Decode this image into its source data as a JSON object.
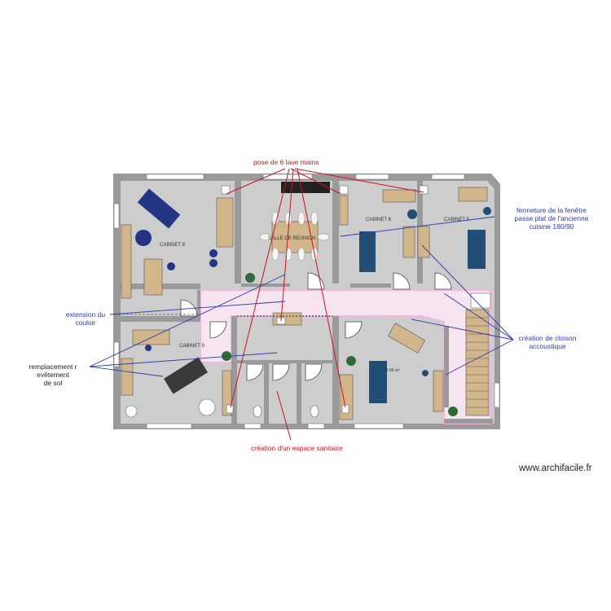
{
  "rooms": {
    "cabinet8": "CABINET 8",
    "reunion": "SALLE DE REUNION",
    "cabinet6": "CABINET 6",
    "cabinet5": "CABINET 5",
    "cabinet9": "CABINET 9",
    "area": "19,66 m²"
  },
  "annotations": {
    "lave_mains": "pose de 6 lave mains",
    "fermeture": [
      "fermeture de la fenêtre",
      "passe plat de l'ancienne",
      "cuisine 180/90"
    ],
    "extension": [
      "extension  du",
      "couloir"
    ],
    "remplacement": [
      "remplacement r",
      "evêtement",
      "de sol"
    ],
    "cloison": [
      "création de cloison",
      "accoustique"
    ],
    "sanitaire": "création d'un espace sanitaire"
  },
  "watermark": "www.archifacile.fr",
  "colors": {
    "wall": "#9a9a9a",
    "floor": "#cdcdcd",
    "corridor": "#f6e4f0",
    "corridor_border": "#f3b6dc",
    "furniture": "#d2b68b",
    "navy": "#233583",
    "teal": "#224d75",
    "blue_note": "#2a3bb0",
    "red_note": "#d0121b"
  }
}
